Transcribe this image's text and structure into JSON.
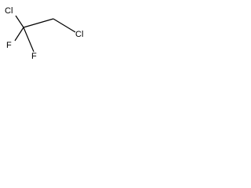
{
  "molecule": {
    "atoms": [
      {
        "id": "cl1",
        "label": "Cl"
      },
      {
        "id": "cl2",
        "label": "Cl"
      },
      {
        "id": "f1",
        "label": "F"
      },
      {
        "id": "f2",
        "label": "F"
      }
    ],
    "bond_color": "#000000",
    "label_color": "#000000"
  }
}
